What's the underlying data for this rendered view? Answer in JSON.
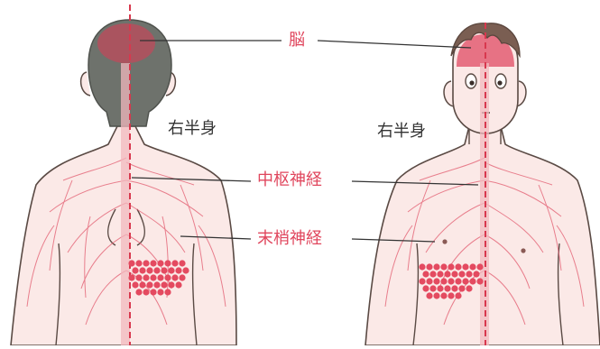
{
  "colors": {
    "skin": "#fbe9e7",
    "outline": "#5a4a44",
    "nerve": "#e25a6e",
    "hair_back": "#6e726c",
    "hair_front": "#7a5e52",
    "label_red": "#e0465d",
    "label_dark": "#333333"
  },
  "labels": {
    "brain": "脳",
    "cns": "中枢神経",
    "pns": "末梢神経",
    "right_half_left": "右半身",
    "right_half_right": "右半身"
  },
  "figures": [
    {
      "view": "back"
    },
    {
      "view": "front"
    }
  ]
}
